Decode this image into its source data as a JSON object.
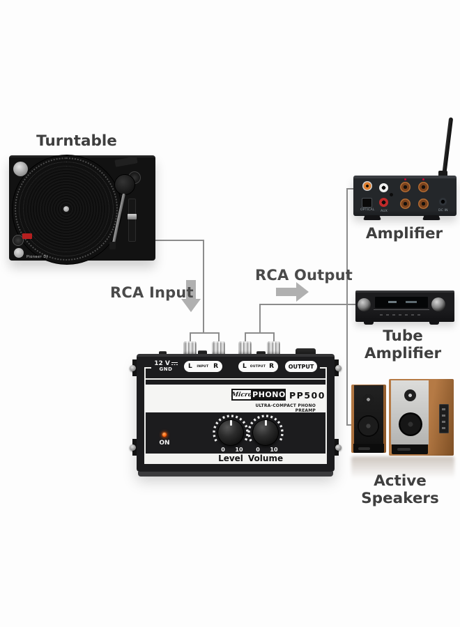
{
  "labels": {
    "turntable": "Turntable",
    "amplifier": "Amplifier",
    "tube_amplifier": "Tube Amplifier",
    "active_speakers": "Active Speakers"
  },
  "annotations": {
    "rca_input": "RCA Input",
    "rca_output": "RCA Output"
  },
  "preamp": {
    "power": "12 V",
    "ground": "GND",
    "channel_left": "L",
    "channel_right": "R",
    "input_label": "INPUT",
    "output_label": "OUTPUT",
    "aux_output_label": "OUTPUT",
    "brand_script": "Micro",
    "brand": "PHONO",
    "model": "PP500",
    "tagline": "ULTRA-COMPACT PHONO PREAMP",
    "led_label": "ON",
    "knob_min": "0",
    "knob_max": "10",
    "level_label": "Level",
    "volume_label": "Volume"
  },
  "amplifier_panel": {
    "optical_label": "OPTICAL",
    "aux_label": "AUX",
    "dc_label": "DC IN"
  },
  "turntable": {
    "brand": "Pioneer DJ"
  },
  "colors": {
    "background": "#fdfdfd",
    "line": "#8c8c8c",
    "arrow": "#b0b0b0",
    "label_text": "#3f3f3f",
    "led": "#ff5a00",
    "wood": "#a9713f"
  }
}
